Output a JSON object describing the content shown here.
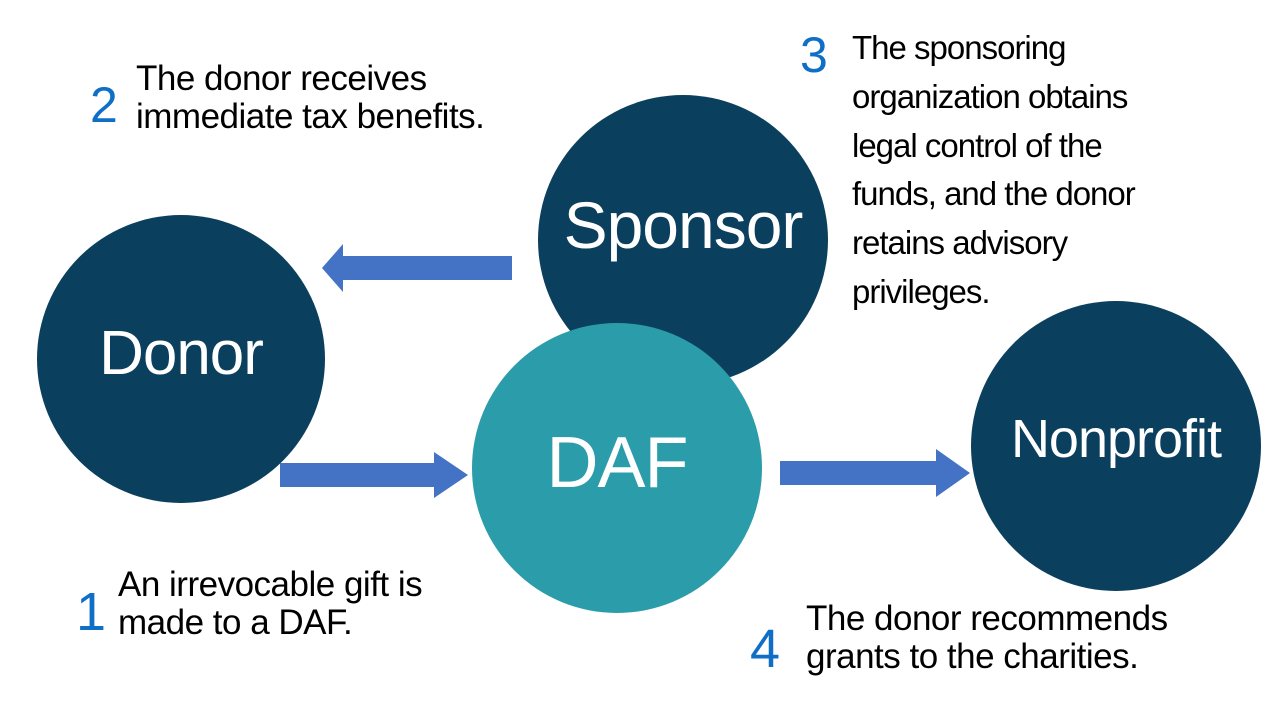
{
  "colors": {
    "node_dark": "#0b3f5e",
    "node_teal": "#2b9caa",
    "arrow": "#4472c4",
    "step_number": "#0f6fc6",
    "text": "#000000",
    "background": "#ffffff"
  },
  "nodes": {
    "sponsor": "Sponsor",
    "donor": "Donor",
    "daf": "DAF",
    "nonprofit": "Nonprofit"
  },
  "arrows": [
    {
      "from": "Sponsor",
      "to": "Donor",
      "direction": "left"
    },
    {
      "from": "Donor",
      "to": "DAF",
      "direction": "right"
    },
    {
      "from": "DAF",
      "to": "Nonprofit",
      "direction": "right"
    }
  ],
  "steps": [
    {
      "number": "1",
      "lines": [
        "An irrevocable gift is",
        "made to a DAF."
      ]
    },
    {
      "number": "2",
      "lines": [
        "The donor receives",
        "immediate tax benefits."
      ]
    },
    {
      "number": "3",
      "lines": [
        "The sponsoring",
        "organization obtains",
        "legal control of the",
        "funds, and the donor",
        "retains advisory",
        "privileges."
      ]
    },
    {
      "number": "4",
      "lines": [
        "The donor recommends",
        "grants to the charities."
      ]
    }
  ]
}
